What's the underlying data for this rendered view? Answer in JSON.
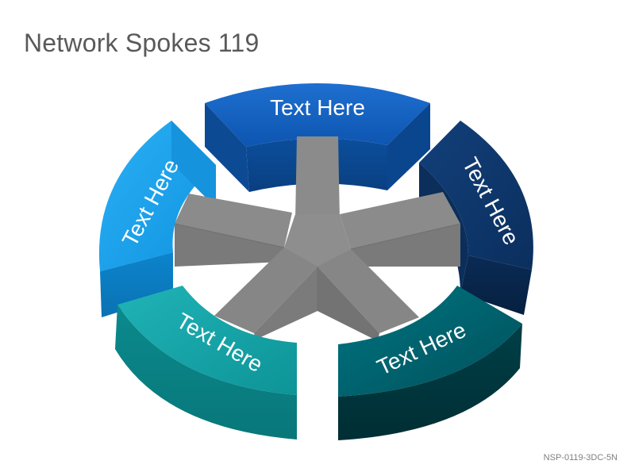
{
  "title": "Network Spokes 119",
  "product_code": "NSP-0119-3DC-5N",
  "colors": {
    "segment_top": "#1565c0",
    "segment_upper_right": "#0e3c73",
    "segment_lower_right": "#00616b",
    "segment_lower_left": "#1aa3a6",
    "segment_upper_left": "#1aa3ee",
    "hub": "#8a8a8a"
  },
  "segments": [
    {
      "label": "Text Here"
    },
    {
      "label": "Text Here"
    },
    {
      "label": "Text Here"
    },
    {
      "label": "Text Here"
    },
    {
      "label": "Text Here"
    }
  ]
}
